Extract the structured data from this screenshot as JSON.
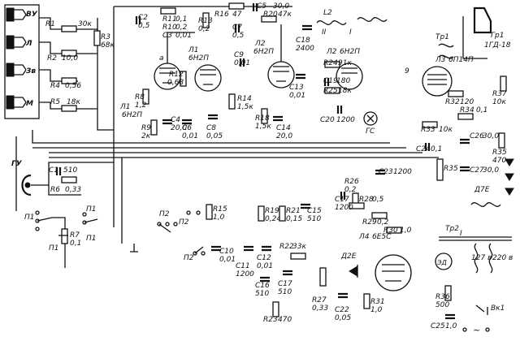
{
  "labels": {
    "input_vu": "ВУ",
    "input_l": "Л",
    "input_zv": "Зв",
    "input_m": "М",
    "r1": "R1",
    "r1_val": "30к",
    "r2": "R2",
    "r2_val": "10,0",
    "r3": "R3",
    "r3_val": "68к",
    "r4": "R4",
    "r4_val": "0,56",
    "r5": "R5",
    "r5_val": "18к",
    "gu": "ГУ",
    "c1": "C1",
    "c1_val": "510",
    "r6": "R6",
    "r6_val": "0,33",
    "p1": "П1",
    "p2": "П2",
    "r7": "R7",
    "r7_val": "0,1",
    "c2": "C2",
    "c2_val": "0,5",
    "r11": "R11",
    "r11_val": "0,1",
    "r10": "R10",
    "r10_val": "0,2",
    "c3": "C3",
    "c3_val": "0,01",
    "r13": "R13",
    "r13_val": "0,2",
    "r16": "R16",
    "r16_val": "47",
    "c5": "C5",
    "c5_val": "30,0",
    "c7": "C7",
    "c7_val": "0,5",
    "r20": "R20",
    "r20_val": "47к",
    "l1": "Л1",
    "l1_type": "6Н2П",
    "l2": "Л2",
    "l2_type": "6Н2П",
    "r8": "R8",
    "r8_val": "1,2",
    "r9": "R9",
    "r9_val": "2к",
    "c4": "C4",
    "c4_val": "20,0",
    "r12": "R12",
    "r12_val": "0,68",
    "c6": "C6",
    "c6_val": "0,01",
    "c8": "C8",
    "c8_val": "0,05",
    "r14": "R14",
    "r14_val": "1,5к",
    "c9": "C9",
    "c9_val": "0,01",
    "r18": "R18",
    "r18_val": "1,5к",
    "c14": "C14",
    "c14_val": "20,0",
    "c13": "C13",
    "c13_val": "0,01",
    "c18": "C18",
    "c18_val": "2400",
    "l2_coil": "L2",
    "coil_2": "II",
    "coil_1": "I",
    "r24": "R24",
    "r24_val": "91к",
    "c19": "C19",
    "c19_val": "180",
    "r25": "R25",
    "r25_val": "18к",
    "c20": "C20",
    "c20_val": "1200",
    "gs": "ГС",
    "tr1": "Тр1",
    "l3": "Л3",
    "l3_type": "6П14П",
    "gr1": "Гр1",
    "gr1_type": "1ГД-18",
    "r32": "R32",
    "r32_val": "120",
    "r37": "R37",
    "r37_val": "10к",
    "r34": "R34",
    "r34_val": "0,1",
    "r33": "R33",
    "r33_val": "10к",
    "c24": "C24",
    "c24_val": "0,1",
    "c26": "C26",
    "c26_val": "30,0",
    "r35": "R35",
    "r35_val": "470",
    "c27": "C27",
    "c27_val": "30,0",
    "d7e": "Д7Е",
    "c23": "C23",
    "c23_val": "1200",
    "r28": "R28",
    "r28_val": "0,5",
    "r26": "R26",
    "r26_val": "0,2",
    "r29": "R29",
    "r29_val": "0,2",
    "l4": "Л4",
    "l4_type": "6Е5С",
    "c17": "C17",
    "c17_val": "1200",
    "r15": "R15",
    "r15_val": "1,0",
    "c10": "C10",
    "c10_val": "0,01",
    "c11": "C11",
    "c11_val": "1200",
    "r19": "R19",
    "r19_val": "0,24",
    "r21": "R21",
    "r21_val": "0,15",
    "c15": "C15",
    "c15_val": "510",
    "c12": "C12",
    "c12_val": "0,01",
    "c16": "C16",
    "c16_val": "510",
    "r22": "R22",
    "r22_val": "33к",
    "r23": "R23",
    "r23_val": "470",
    "c17b": "C17",
    "c17b_val": "510",
    "r27": "R27",
    "r27_val": "0,33",
    "c22": "C22",
    "c22_val": "0,05",
    "r30": "R30",
    "r30_val": "1,0",
    "r31": "R31",
    "r31_val": "1,0",
    "d2e": "Д2Е",
    "tr2": "Тр2",
    "ed": "ЭД",
    "v127": "127 в",
    "v220": "220 в",
    "r36": "R36",
    "r36_val": "500",
    "c25": "C25",
    "c25_val": "1,0",
    "vk1": "Вк1",
    "mains": "~",
    "pin_a": "а",
    "pin_9": "9",
    "p1_2": "П1",
    "p2_2": "П2",
    "p1_3": "П1",
    "p2_3": "П2",
    "p1_4": "П1"
  }
}
